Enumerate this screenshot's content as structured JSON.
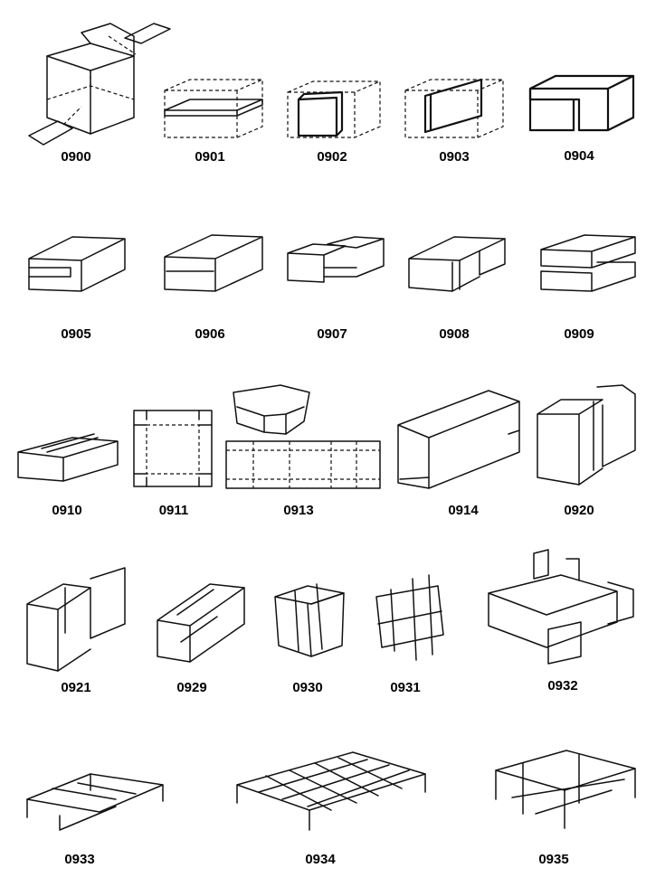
{
  "styles": [
    {
      "code": "0900",
      "figure": "folder-with-flaps-icon"
    },
    {
      "code": "0901",
      "figure": "pad-insert-icon"
    },
    {
      "code": "0902",
      "figure": "partition-end-icon"
    },
    {
      "code": "0903",
      "figure": "partition-center-icon"
    },
    {
      "code": "0904",
      "figure": "liner-sleeve-icon"
    },
    {
      "code": "0905",
      "figure": "tray-sleeve-icon"
    },
    {
      "code": "0906",
      "figure": "closed-sleeve-icon"
    },
    {
      "code": "0907",
      "figure": "stepped-sleeve-icon"
    },
    {
      "code": "0908",
      "figure": "open-liner-icon"
    },
    {
      "code": "0909",
      "figure": "double-tray-icon"
    },
    {
      "code": "0910",
      "figure": "slotted-sleeve-icon"
    },
    {
      "code": "0911",
      "figure": "flat-blank-icon"
    },
    {
      "code": "0913",
      "figure": "wrap-blank-icon"
    },
    {
      "code": "0914",
      "figure": "long-sleeve-icon"
    },
    {
      "code": "0920",
      "figure": "tall-liner-icon"
    },
    {
      "code": "0921",
      "figure": "corner-liner-icon"
    },
    {
      "code": "0929",
      "figure": "channel-insert-icon"
    },
    {
      "code": "0930",
      "figure": "cross-partition-icon"
    },
    {
      "code": "0931",
      "figure": "divider-grid-icon"
    },
    {
      "code": "0932",
      "figure": "cell-frame-icon"
    },
    {
      "code": "0933",
      "figure": "low-divider-grid-icon"
    },
    {
      "code": "0934",
      "figure": "multi-cell-divider-icon"
    },
    {
      "code": "0935",
      "figure": "tall-divider-grid-icon"
    }
  ]
}
